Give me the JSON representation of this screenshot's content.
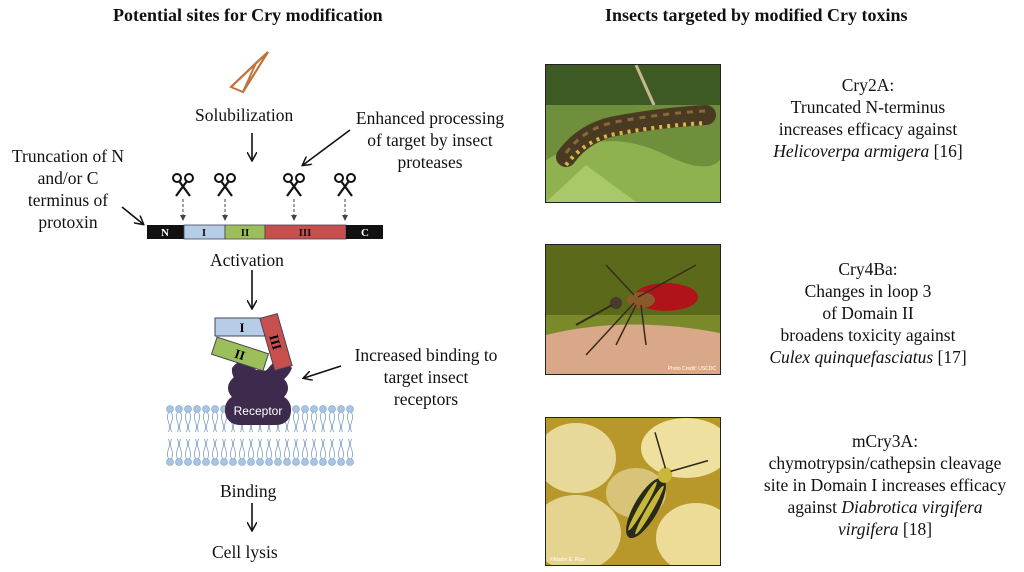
{
  "headings": {
    "left": "Potential sites for Cry modification",
    "right": "Insects targeted by modified Cry toxins"
  },
  "steps": {
    "solubilization": "Solubilization",
    "activation": "Activation",
    "binding": "Binding",
    "cell_lysis": "Cell lysis"
  },
  "annotations": {
    "truncation": [
      "Truncation of N",
      "and/or C",
      "terminus of",
      "protoxin"
    ],
    "processing": [
      "Enhanced processing",
      "of target by insect",
      "proteases"
    ],
    "binding": [
      "Increased binding to",
      "target insect",
      "receptors"
    ]
  },
  "protoxin": {
    "n": "N",
    "d1": "I",
    "d2": "II",
    "d3": "III",
    "c": "C"
  },
  "toxin": {
    "d1": "I",
    "d2": "II",
    "d3": "III"
  },
  "receptor_label": "Receptor",
  "colors": {
    "domain1": "#b7cde7",
    "domain2": "#9dbf5a",
    "domain3": "#c94f4f",
    "terminus": "#111111",
    "receptor": "#3d2a4d",
    "membrane": "#a8c6e4",
    "crystal": "#c0733a"
  },
  "insects": [
    {
      "name": "Cry2A:",
      "lines": [
        "Truncated N-terminus",
        "increases efficacy against"
      ],
      "species": "Helicoverpa armigera",
      "ref": "[16]"
    },
    {
      "name": "Cry4Ba:",
      "lines": [
        "Changes in loop 3",
        "of Domain II",
        "broadens toxicity against"
      ],
      "species": "Culex quinquefasciatus",
      "ref": "[17]",
      "credit": "Photo Credit: USCDC"
    },
    {
      "name": "mCry3A:",
      "lines": [
        "chymotrypsin/cathepsin cleavage",
        "site in Domain I increases efficacy",
        "against"
      ],
      "species": "Diabrotica virgifera",
      "species2": "virgifera",
      "ref": "[18]",
      "credit": "©Marlin E. Rice"
    }
  ]
}
